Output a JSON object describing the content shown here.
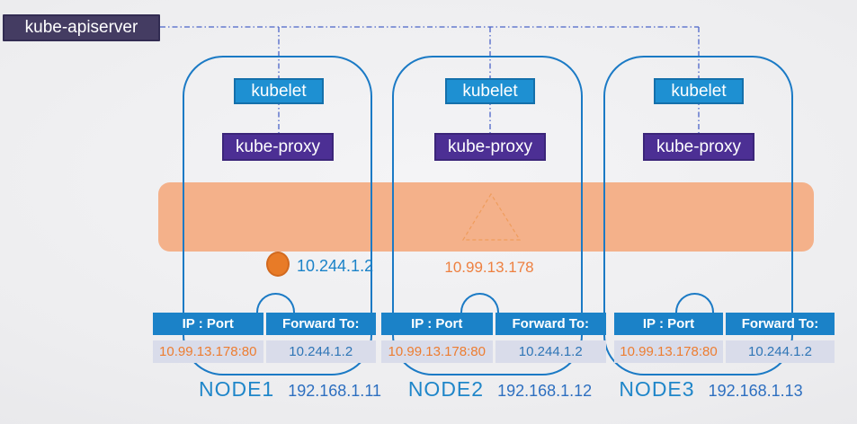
{
  "apiserver": {
    "label": "kube-apiserver"
  },
  "service": {
    "ip": "10.99.13.178"
  },
  "pod": {
    "ip": "10.244.1.2"
  },
  "nodes": [
    {
      "name": "NODE1",
      "ip": "192.168.1.11",
      "kubelet": "kubelet",
      "kube_proxy": "kube-proxy",
      "pod_ip": "10.244.1.2",
      "table": {
        "headers": [
          "IP : Port",
          "Forward To:"
        ],
        "row": [
          "10.99.13.178:80",
          "10.244.1.2"
        ]
      }
    },
    {
      "name": "NODE2",
      "ip": "192.168.1.12",
      "kubelet": "kubelet",
      "kube_proxy": "kube-proxy",
      "service_ip": "10.99.13.178",
      "table": {
        "headers": [
          "IP : Port",
          "Forward To:"
        ],
        "row": [
          "10.99.13.178:80",
          "10.244.1.2"
        ]
      }
    },
    {
      "name": "NODE3",
      "ip": "192.168.1.13",
      "kubelet": "kubelet",
      "kube_proxy": "kube-proxy",
      "table": {
        "headers": [
          "IP : Port",
          "Forward To:"
        ],
        "row": [
          "10.99.13.178:80",
          "10.244.1.2"
        ]
      }
    }
  ],
  "colors": {
    "node_border": "#1b7ac5",
    "kubelet_fill": "#1e90d2",
    "kube_proxy_fill": "#4c2f94",
    "apiserver_fill": "#443c62",
    "band_fill": "#f4b18a",
    "table_header_fill": "#1b82c8",
    "table_row_fill": "#d9dcea",
    "orange_text": "#ed7d31",
    "blue_value_text": "#2e75b6",
    "node_label_text": "#1f86c9",
    "connector_line": "#4a63c8",
    "pod_dot_fill": "#e87b27"
  }
}
